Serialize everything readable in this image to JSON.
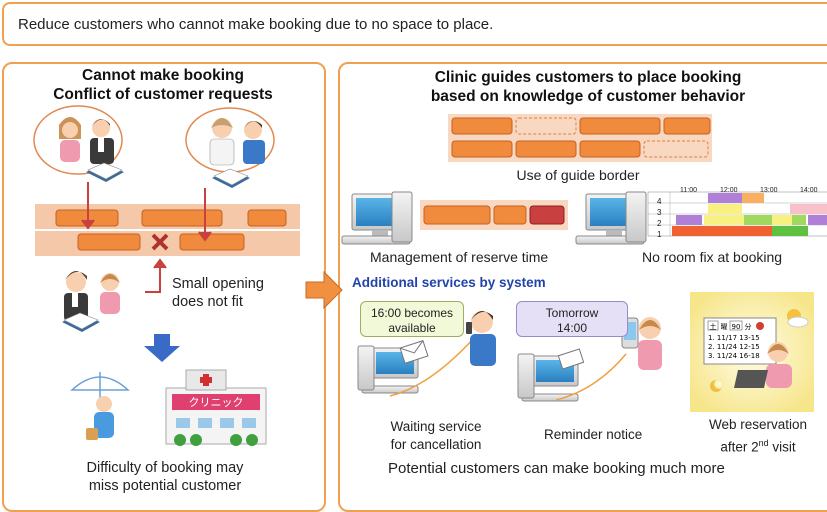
{
  "banner": {
    "text": "Reduce customers who cannot make booking due to no space to place."
  },
  "left": {
    "title_line1": "Cannot make booking",
    "title_line2": "Conflict of customer requests",
    "small_opening_line1": "Small opening",
    "small_opening_line2": "does not fit",
    "clinic_sign": "クリニック",
    "bottom_line1": "Difficulty of booking may",
    "bottom_line2": "miss potential customer"
  },
  "right": {
    "title_line1": "Clinic guides customers to place booking",
    "title_line2": "based on knowledge of customer behavior",
    "guide_border_label": "Use of guide border",
    "reserve_label": "Management of reserve time",
    "no_room_label": "No room fix at booking",
    "services_header": "Additional services by system",
    "bubble1_line1": "16:00 becomes",
    "bubble1_line2": "available",
    "bubble2_line1": "Tomorrow",
    "bubble2_line2": "14:00",
    "waiting_line1": "Waiting service",
    "waiting_line2": "for cancellation",
    "reminder_label": "Reminder notice",
    "web_line1": "Web reservation",
    "web_line2_prefix": "after 2",
    "web_line2_sup": "nd",
    "web_line2_suffix": " visit",
    "bottom_text": "Potential customers can make booking much more"
  },
  "schedule": {
    "times": [
      "11:00",
      "12:00",
      "13:00",
      "14:00"
    ],
    "rows": [
      "4",
      "3",
      "2",
      "1"
    ]
  },
  "web_screen": {
    "day": "土",
    "youbi": "曜",
    "minutes": "90",
    "fun": "分",
    "slots": [
      "1. 11/17 13-15",
      "2. 11/24 12-15",
      "3. 11/24 16-18"
    ]
  },
  "colors": {
    "accent": "#f0a050",
    "block": "#f08a3c",
    "wall": "#f4c8a8",
    "header": "#2244aa"
  }
}
